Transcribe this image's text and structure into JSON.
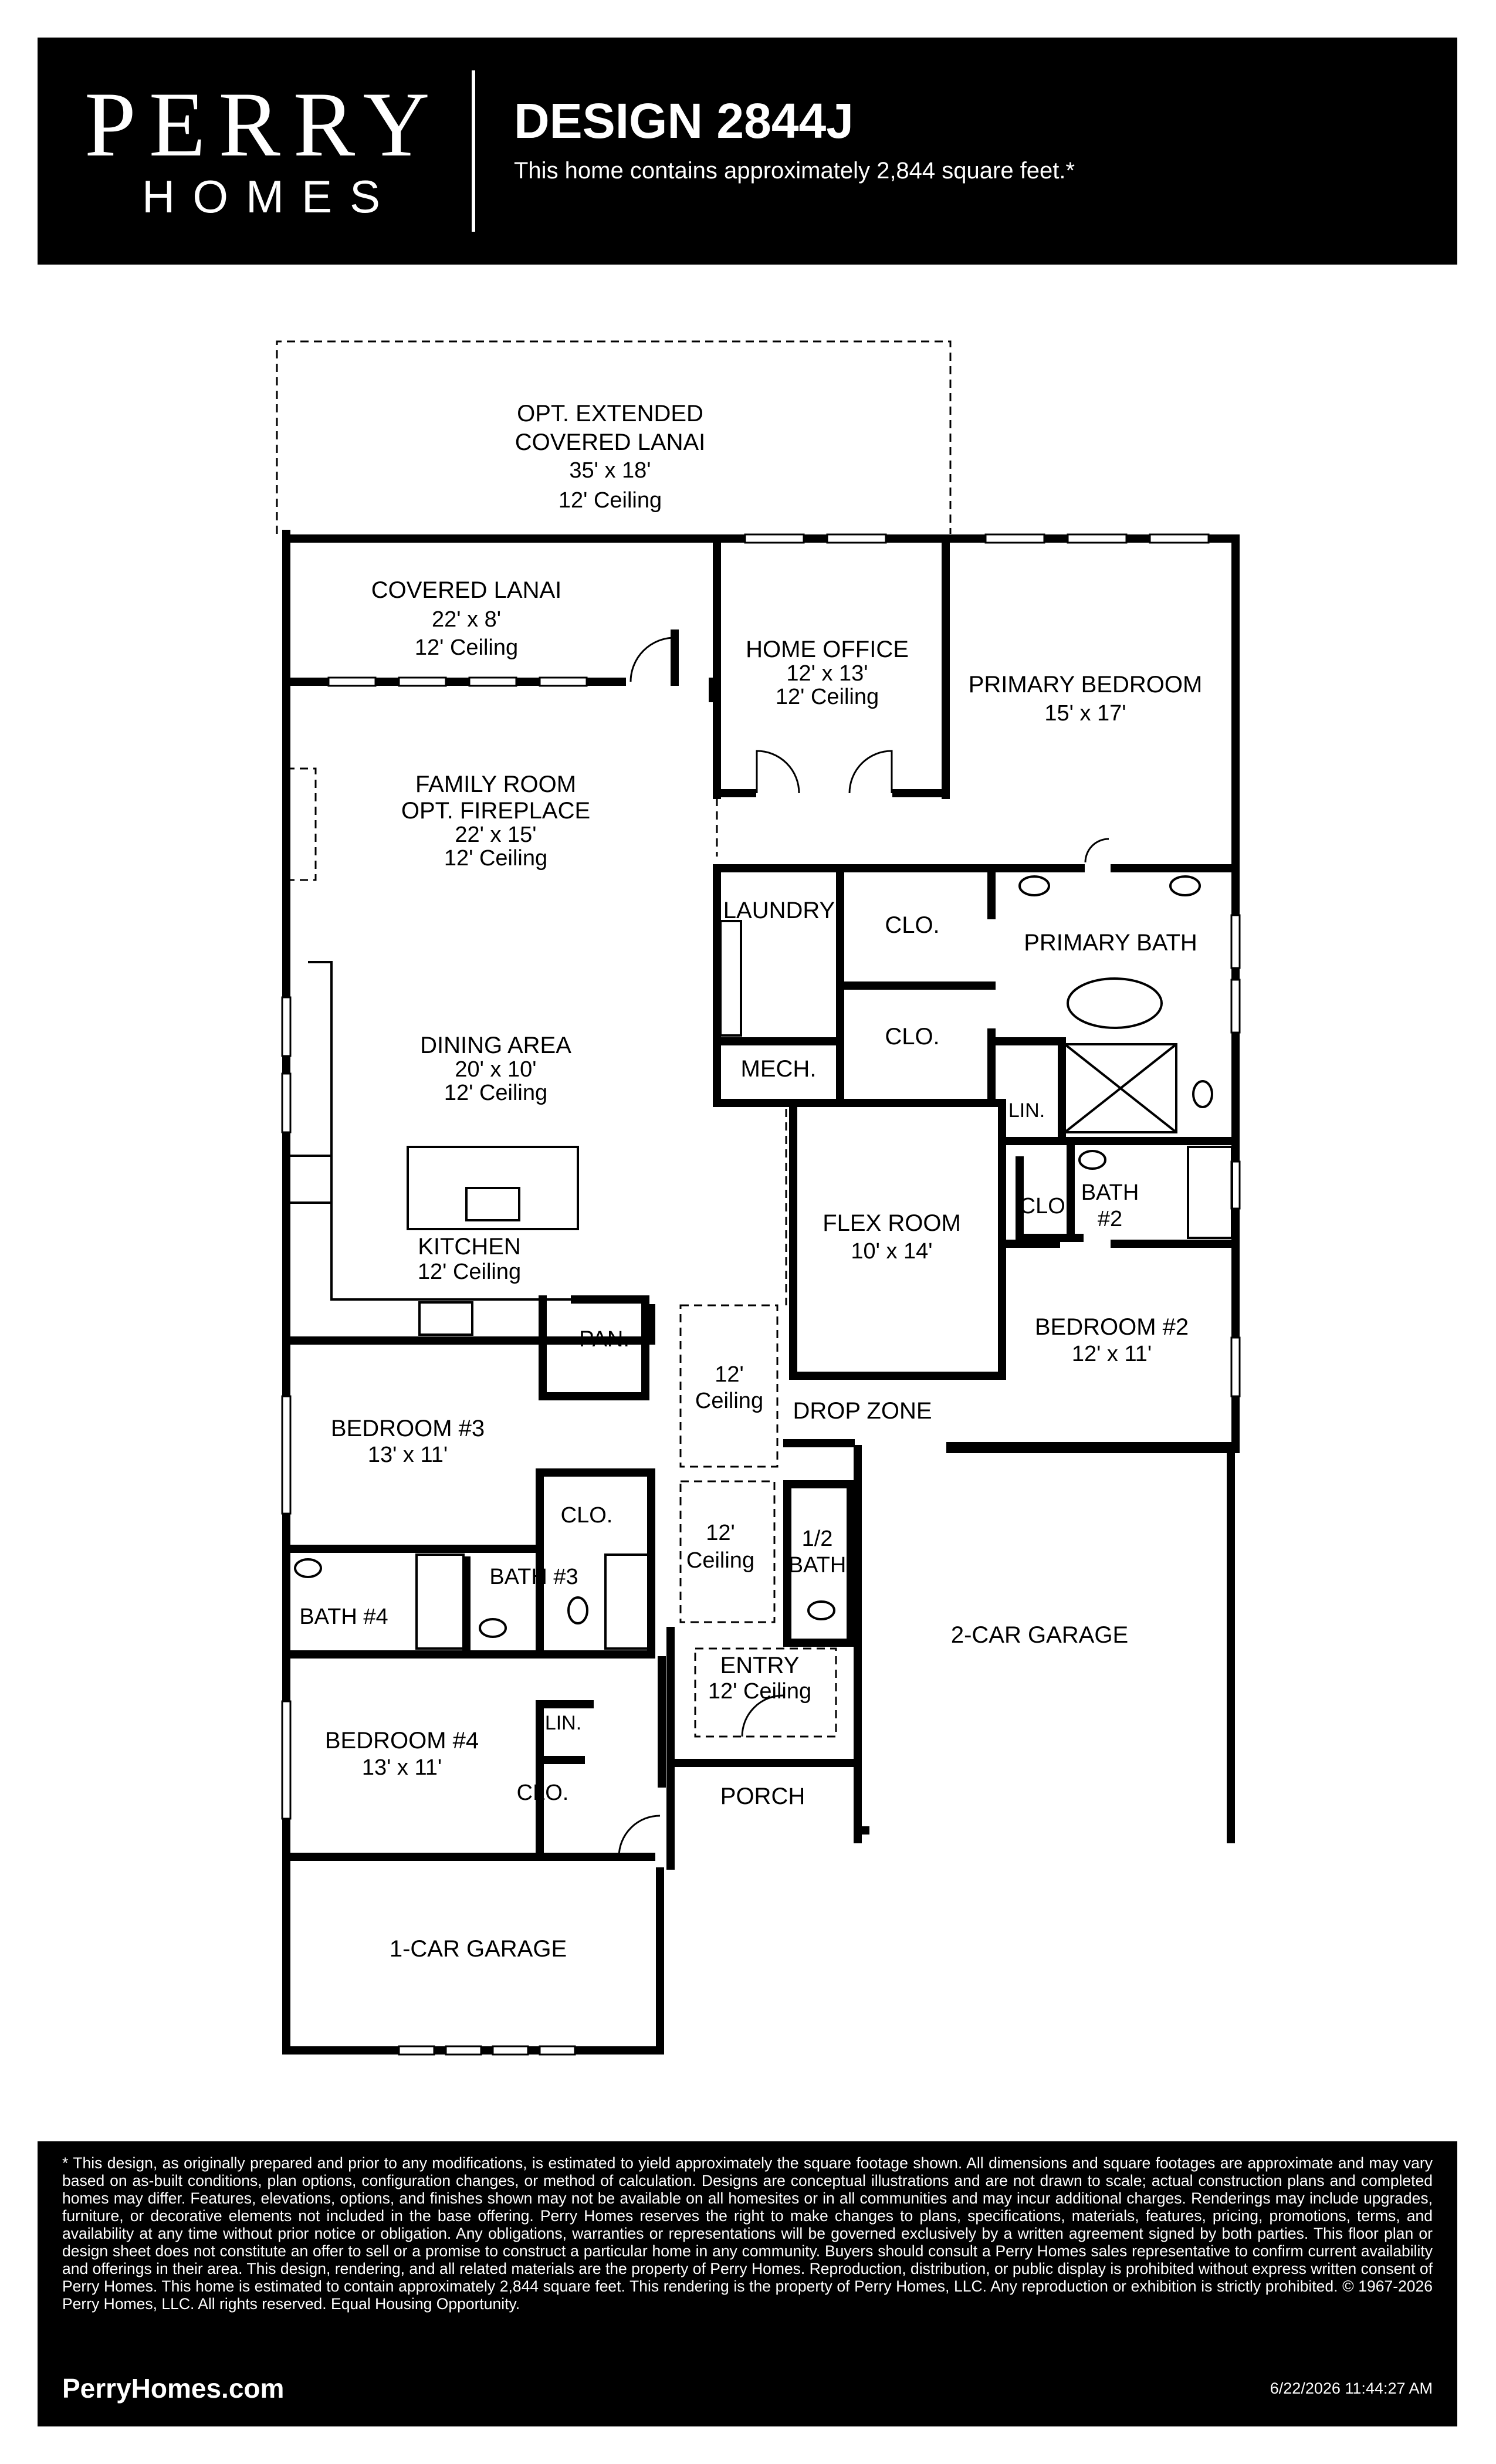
{
  "header": {
    "brand_line1": "PERRY",
    "brand_line2": "HOMES",
    "design_title": "DESIGN 2844J",
    "subtitle": "This home contains approximately 2,844 square feet.*"
  },
  "rooms": {
    "lanai_ext": {
      "name1": "OPT. EXTENDED",
      "name2": "COVERED LANAI",
      "size": "35' x 18'",
      "ceiling": "12' Ceiling"
    },
    "lanai": {
      "name": "COVERED LANAI",
      "size": "22' x 8'",
      "ceiling": "12' Ceiling"
    },
    "office": {
      "name": "HOME OFFICE",
      "size": "12' x 13'",
      "ceiling": "12' Ceiling"
    },
    "primary_bedroom": {
      "name": "PRIMARY BEDROOM",
      "size": "15' x 17'"
    },
    "family": {
      "name1": "FAMILY ROOM",
      "name2": "OPT. FIREPLACE",
      "size": "22' x 15'",
      "ceiling": "12' Ceiling"
    },
    "laundry": {
      "name": "LAUNDRY"
    },
    "clo_upper": {
      "name": "CLO."
    },
    "clo_lower": {
      "name": "CLO."
    },
    "primary_bath": {
      "name": "PRIMARY BATH"
    },
    "mech": {
      "name": "MECH."
    },
    "lin_primary": {
      "name": "LIN."
    },
    "dining": {
      "name": "DINING AREA",
      "size": "20' x 10'",
      "ceiling": "12' Ceiling"
    },
    "flex": {
      "name": "FLEX ROOM",
      "size": "10' x 14'"
    },
    "clo_bath2": {
      "name": "CLO."
    },
    "bath2": {
      "name1": "BATH",
      "name2": "#2"
    },
    "kitchen": {
      "name": "KITCHEN",
      "ceiling": "12' Ceiling"
    },
    "pantry": {
      "name": "PAN."
    },
    "hall_ceiling_1": {
      "line1": "12'",
      "line2": "Ceiling"
    },
    "bedroom2": {
      "name": "BEDROOM #2",
      "size": "12' x 11'"
    },
    "drop_zone": {
      "name": "DROP ZONE"
    },
    "bedroom3": {
      "name": "BEDROOM #3",
      "size": "13' x 11'"
    },
    "clo_bath3": {
      "name": "CLO."
    },
    "hall_ceiling_2": {
      "line1": "12'",
      "line2": "Ceiling"
    },
    "half_bath": {
      "name1": "1/2",
      "name2": "BATH"
    },
    "bath3": {
      "name": "BATH #3"
    },
    "bath4": {
      "name": "BATH #4"
    },
    "garage2": {
      "name": "2-CAR GARAGE"
    },
    "entry": {
      "name": "ENTRY",
      "ceiling": "12' Ceiling"
    },
    "bedroom4": {
      "name": "BEDROOM #4",
      "size": "13' x 11'"
    },
    "lin_bed4": {
      "name": "LIN."
    },
    "clo_bed4": {
      "name": "CLO."
    },
    "porch": {
      "name": "PORCH"
    },
    "garage1": {
      "name": "1-CAR GARAGE"
    }
  },
  "footer": {
    "disclaimer": "* This design, as originally prepared and prior to any modifications, is estimated to yield approximately the square footage shown. All dimensions and square footages are approximate and may vary based on as-built conditions, plan options, configuration changes, or method of calculation. Designs are conceptual illustrations and are not drawn to scale; actual construction plans and completed homes may differ. Features, elevations, options, and finishes shown may not be available on all homesites or in all communities and may incur additional charges. Renderings may include upgrades, furniture, or decorative elements not included in the base offering. Perry Homes reserves the right to make changes to plans, specifications, materials, features, pricing, promotions, terms, and availability at any time without prior notice or obligation. Any obligations, warranties or representations will be governed exclusively by a written agreement signed by both parties. This floor plan or design sheet does not constitute an offer to sell or a promise to construct a particular home in any community. Buyers should consult a Perry Homes sales representative to confirm current availability and offerings in their area. This design, rendering, and all related materials are the property of Perry Homes. Reproduction, distribution, or public display is prohibited without express written consent of Perry Homes. This home is estimated to contain approximately 2,844 square feet. This rendering is the property of Perry Homes, LLC. Any reproduction or exhibition is strictly prohibited. © 1967-2026 Perry Homes, LLC. All rights reserved. Equal Housing Opportunity.",
    "website": "PerryHomes.com",
    "timestamp": "6/22/2026 11:44:27 AM"
  }
}
